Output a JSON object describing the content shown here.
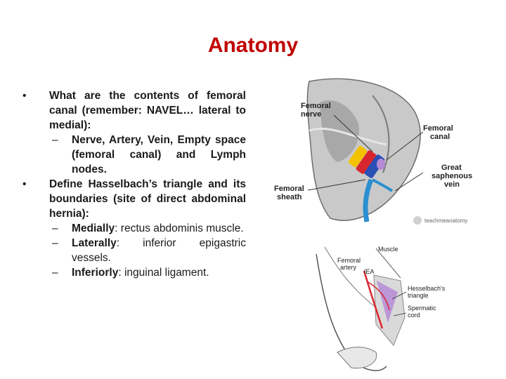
{
  "title": "Anatomy",
  "bullet1": {
    "text": "What are the contents of femoral canal (remember: NAVEL… lateral to medial):",
    "sub": "Nerve, Artery, Vein, Empty space (femoral canal) and Lymph nodes."
  },
  "bullet2": {
    "text": "Define Hasselbach’s triangle and its boundaries (site of direct abdominal hernia):",
    "subs": [
      {
        "term": "Medially",
        "rest": ": rectus abdominis muscle."
      },
      {
        "term": "Laterally",
        "rest": ": inferior epigastric vessels."
      },
      {
        "term": "Inferiorly",
        "rest": ": inguinal ligament."
      }
    ]
  },
  "figure1": {
    "labels": {
      "femoral_nerve": [
        "Femoral",
        "nerve"
      ],
      "femoral_canal": [
        "Femoral",
        "canal"
      ],
      "great_saphenous_vein": [
        "Great",
        "saphenous",
        "vein"
      ],
      "femoral_sheath": [
        "Femoral",
        "sheath"
      ]
    },
    "credit": "teachmeanatomy"
  },
  "figure2": {
    "labels": {
      "muscle": "Muscle",
      "femoral_artery": [
        "Femoral",
        "artery"
      ],
      "iea": "IEA",
      "hasselbach": [
        "Hesselbach's",
        "triangle"
      ],
      "spermatic_cord": [
        "Spermatic",
        "cord"
      ]
    }
  },
  "colors": {
    "title": "#c00000",
    "nerve": "#f2c200",
    "artery": "#d8262e",
    "vein": "#2a4fb5",
    "lymph": "#2b8fd0",
    "triangle": "#b58bd6"
  }
}
